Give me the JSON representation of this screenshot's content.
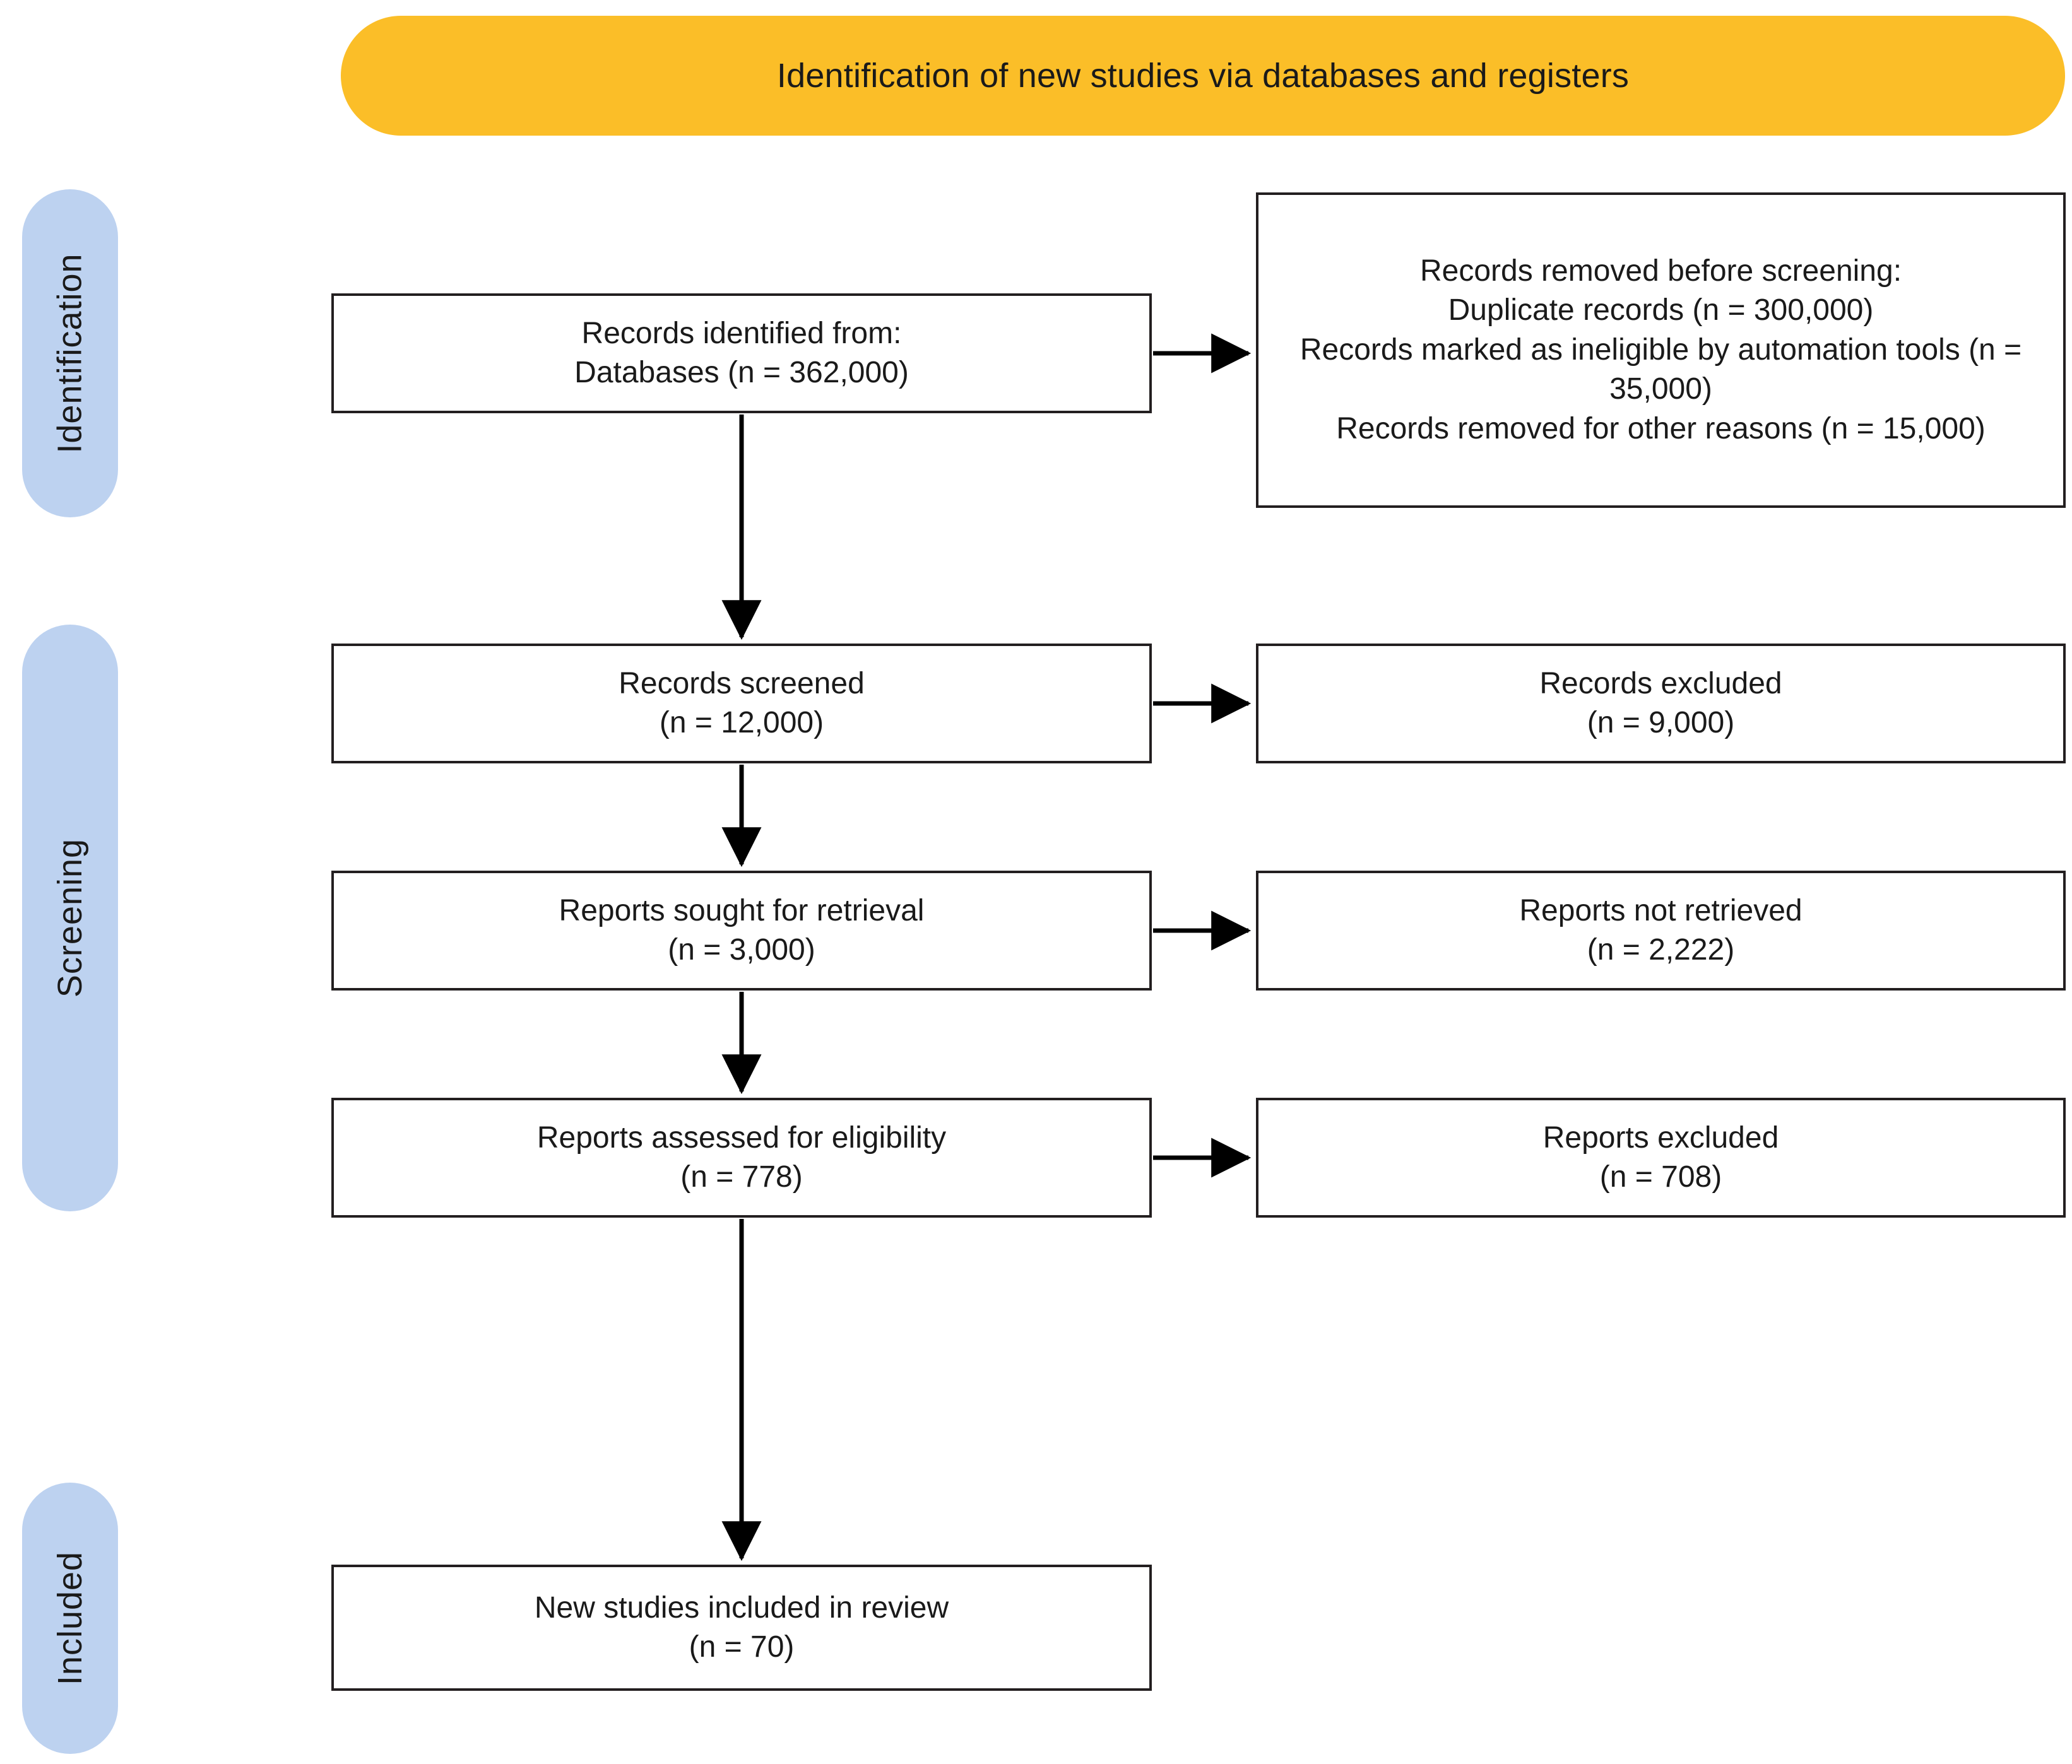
{
  "header": {
    "title": "Identification of new studies via databases and registers",
    "background_color": "#FBBE28"
  },
  "stages": [
    {
      "id": "identification",
      "label": "Identification",
      "background_color": "#BDD2F0"
    },
    {
      "id": "screening",
      "label": "Screening",
      "background_color": "#BDD2F0"
    },
    {
      "id": "included",
      "label": "Included",
      "background_color": "#BDD2F0"
    }
  ],
  "boxes": {
    "identified": {
      "lines": [
        "Records identified from:",
        "Databases (n = 362,000)"
      ]
    },
    "removed_before_screening": {
      "lines": [
        "Records removed before screening:",
        "Duplicate records (n = 300,000)",
        "Records marked as ineligible by automation tools (n = 35,000)",
        "Records removed for other reasons (n = 15,000)"
      ]
    },
    "screened": {
      "lines": [
        "Records screened",
        "(n = 12,000)"
      ]
    },
    "records_excluded": {
      "lines": [
        "Records excluded",
        "(n = 9,000)"
      ]
    },
    "sought_for_retrieval": {
      "lines": [
        "Reports sought for retrieval",
        "(n = 3,000)"
      ]
    },
    "not_retrieved": {
      "lines": [
        "Reports not retrieved",
        "(n = 2,222)"
      ]
    },
    "assessed_for_eligibility": {
      "lines": [
        "Reports assessed for eligibility",
        "(n = 778)"
      ]
    },
    "reports_excluded": {
      "lines": [
        "Reports excluded",
        "(n = 708)"
      ]
    },
    "included_in_review": {
      "lines": [
        "New studies included in review",
        "(n = 70)"
      ]
    }
  },
  "chart_data": {
    "type": "diagram",
    "title": "Identification of new studies via databases and registers",
    "diagram_kind": "PRISMA 2020 flow diagram",
    "stages": [
      "Identification",
      "Screening",
      "Included"
    ],
    "nodes": [
      {
        "id": "identified",
        "stage": "Identification",
        "label": "Records identified from: Databases",
        "n": 362000
      },
      {
        "id": "removed",
        "stage": "Identification",
        "label": "Records removed before screening",
        "items": [
          {
            "label": "Duplicate records",
            "n": 300000
          },
          {
            "label": "Records marked as ineligible by automation tools",
            "n": 35000
          },
          {
            "label": "Records removed for other reasons",
            "n": 15000
          }
        ]
      },
      {
        "id": "screened",
        "stage": "Screening",
        "label": "Records screened",
        "n": 12000
      },
      {
        "id": "rec_excluded",
        "stage": "Screening",
        "label": "Records excluded",
        "n": 9000
      },
      {
        "id": "sought",
        "stage": "Screening",
        "label": "Reports sought for retrieval",
        "n": 3000
      },
      {
        "id": "not_retrieved",
        "stage": "Screening",
        "label": "Reports not retrieved",
        "n": 2222
      },
      {
        "id": "assessed",
        "stage": "Screening",
        "label": "Reports assessed for eligibility",
        "n": 778
      },
      {
        "id": "rep_excluded",
        "stage": "Screening",
        "label": "Reports excluded",
        "n": 708
      },
      {
        "id": "included",
        "stage": "Included",
        "label": "New studies included in review",
        "n": 70
      }
    ],
    "edges": [
      {
        "from": "identified",
        "to": "removed",
        "direction": "right"
      },
      {
        "from": "identified",
        "to": "screened",
        "direction": "down"
      },
      {
        "from": "screened",
        "to": "rec_excluded",
        "direction": "right"
      },
      {
        "from": "screened",
        "to": "sought",
        "direction": "down"
      },
      {
        "from": "sought",
        "to": "not_retrieved",
        "direction": "right"
      },
      {
        "from": "sought",
        "to": "assessed",
        "direction": "down"
      },
      {
        "from": "assessed",
        "to": "rep_excluded",
        "direction": "right"
      },
      {
        "from": "assessed",
        "to": "included",
        "direction": "down"
      }
    ]
  }
}
